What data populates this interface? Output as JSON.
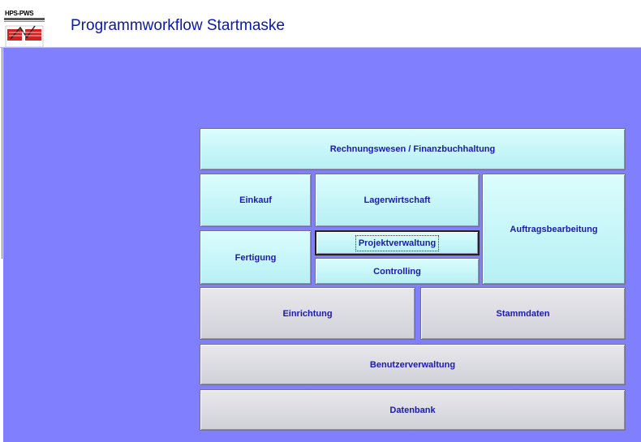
{
  "header": {
    "logo_text": "HPS-PWS",
    "title": "Programmworkflow Startmaske"
  },
  "buttons": {
    "rechnungswesen": "Rechnungswesen / Finanzbuchhaltung",
    "einkauf": "Einkauf",
    "lagerwirtschaft": "Lagerwirtschaft",
    "auftragsbearbeitung": "Auftragsbearbeitung",
    "fertigung": "Fertigung",
    "projektverwaltung": "Projektverwaltung",
    "controlling": "Controlling",
    "einrichtung": "Einrichtung",
    "stammdaten": "Stammdaten",
    "benutzerverwaltung": "Benutzerverwaltung",
    "datenbank": "Datenbank"
  },
  "colors": {
    "background": "#8080ff",
    "module_button": "#c9f7f9",
    "admin_button": "#dcdce2",
    "label": "#1a1ab0",
    "title": "#0a1aa8"
  }
}
